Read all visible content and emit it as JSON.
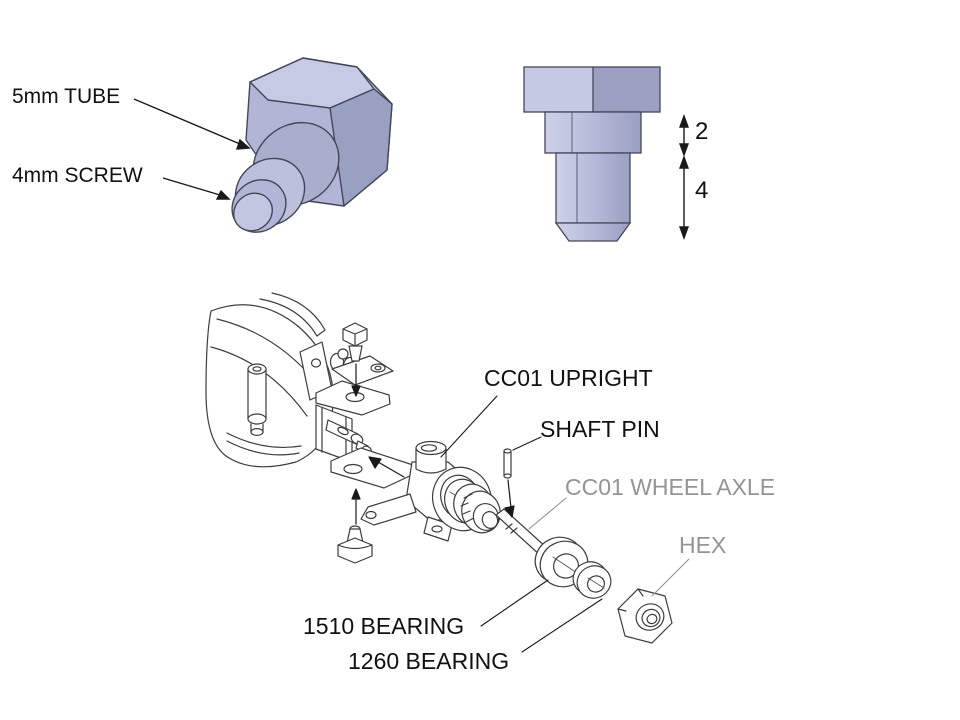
{
  "labels": {
    "tube": "5mm TUBE",
    "screw": "4mm SCREW",
    "upright": "CC01 UPRIGHT",
    "shaft_pin": "SHAFT PIN",
    "wheel_axle": "CC01 WHEEL AXLE",
    "hex": "HEX",
    "bearing_large": "1510 BEARING",
    "bearing_small": "1260 BEARING"
  },
  "dimensions": {
    "tube_length": "2",
    "screw_length": "4"
  },
  "colors": {
    "background": "#ffffff",
    "label_black": "#111111",
    "label_gray": "#949494",
    "line_art_stroke": "#3d3d3d",
    "part_light": "#c7cae4",
    "part_lighter": "#d7d9ee",
    "part_mid": "#b2b6d6",
    "part_dark": "#9aa0c2",
    "part_edge": "#45465c"
  }
}
